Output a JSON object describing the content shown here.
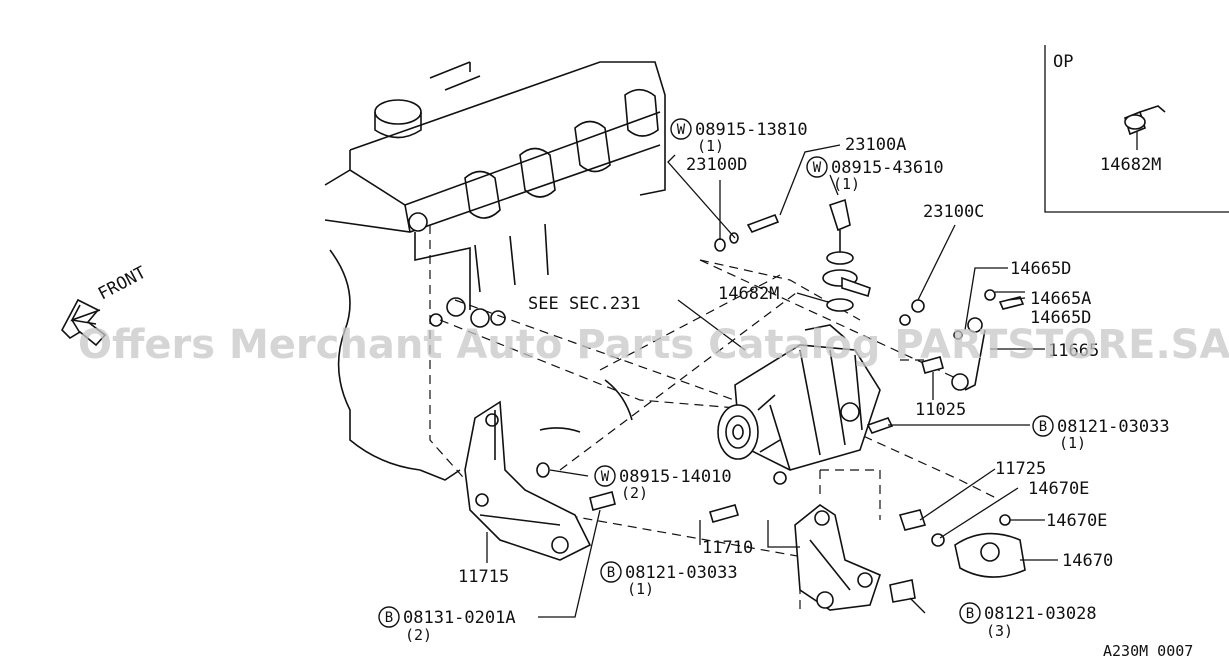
{
  "watermark": "Offers Merchant Auto Parts Catalog PARTSTORE.SA",
  "inset": {
    "title": "OP",
    "part": "14682M"
  },
  "front_label": "FRONT",
  "figure_id": "A230M 0007",
  "callouts": {
    "w1": {
      "marker": "W",
      "code": "08915-13810",
      "qty": "(1)"
    },
    "w2": {
      "marker": "W",
      "code": "08915-43610",
      "qty": "(1)"
    },
    "w3": {
      "marker": "W",
      "code": "08915-14010",
      "qty": "(2)"
    },
    "b1": {
      "marker": "B",
      "code": "08121-03033",
      "qty": "(1)"
    },
    "b2": {
      "marker": "B",
      "code": "08121-03033",
      "qty": "(1)"
    },
    "b3": {
      "marker": "B",
      "code": "08121-03028",
      "qty": "(3)"
    },
    "b4": {
      "marker": "B",
      "code": "08131-0201A",
      "qty": "(2)"
    },
    "p23100A": "23100A",
    "p23100D": "23100D",
    "p23100C": "23100C",
    "p14682M": "14682M",
    "p14665D_top": "14665D",
    "p14665A": "14665A",
    "p14665D_bot": "14665D",
    "p11665": "11665",
    "p11025": "11025",
    "p11725": "11725",
    "p14670E_a": "14670E",
    "p14670E_b": "14670E",
    "p14670": "14670",
    "p11710": "11710",
    "p11715": "11715",
    "see_sec": "SEE SEC.231"
  }
}
